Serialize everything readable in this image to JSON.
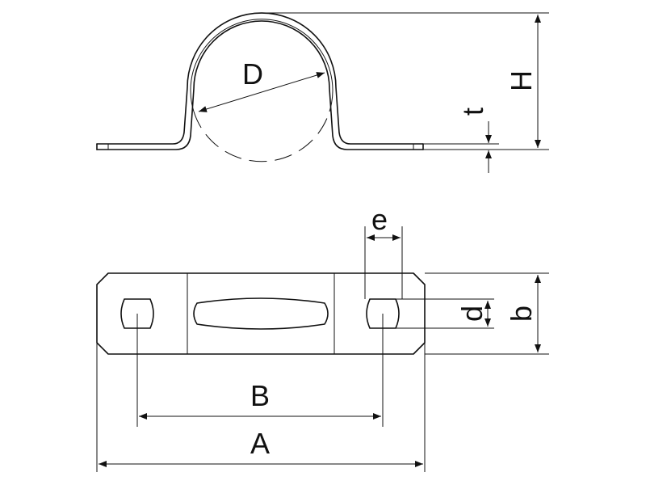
{
  "labels": {
    "D": "D",
    "H": "H",
    "t": "t",
    "e": "e",
    "d": "d",
    "b": "b",
    "B": "B",
    "A": "A"
  },
  "colors": {
    "line": "#111111",
    "background": "#ffffff"
  }
}
